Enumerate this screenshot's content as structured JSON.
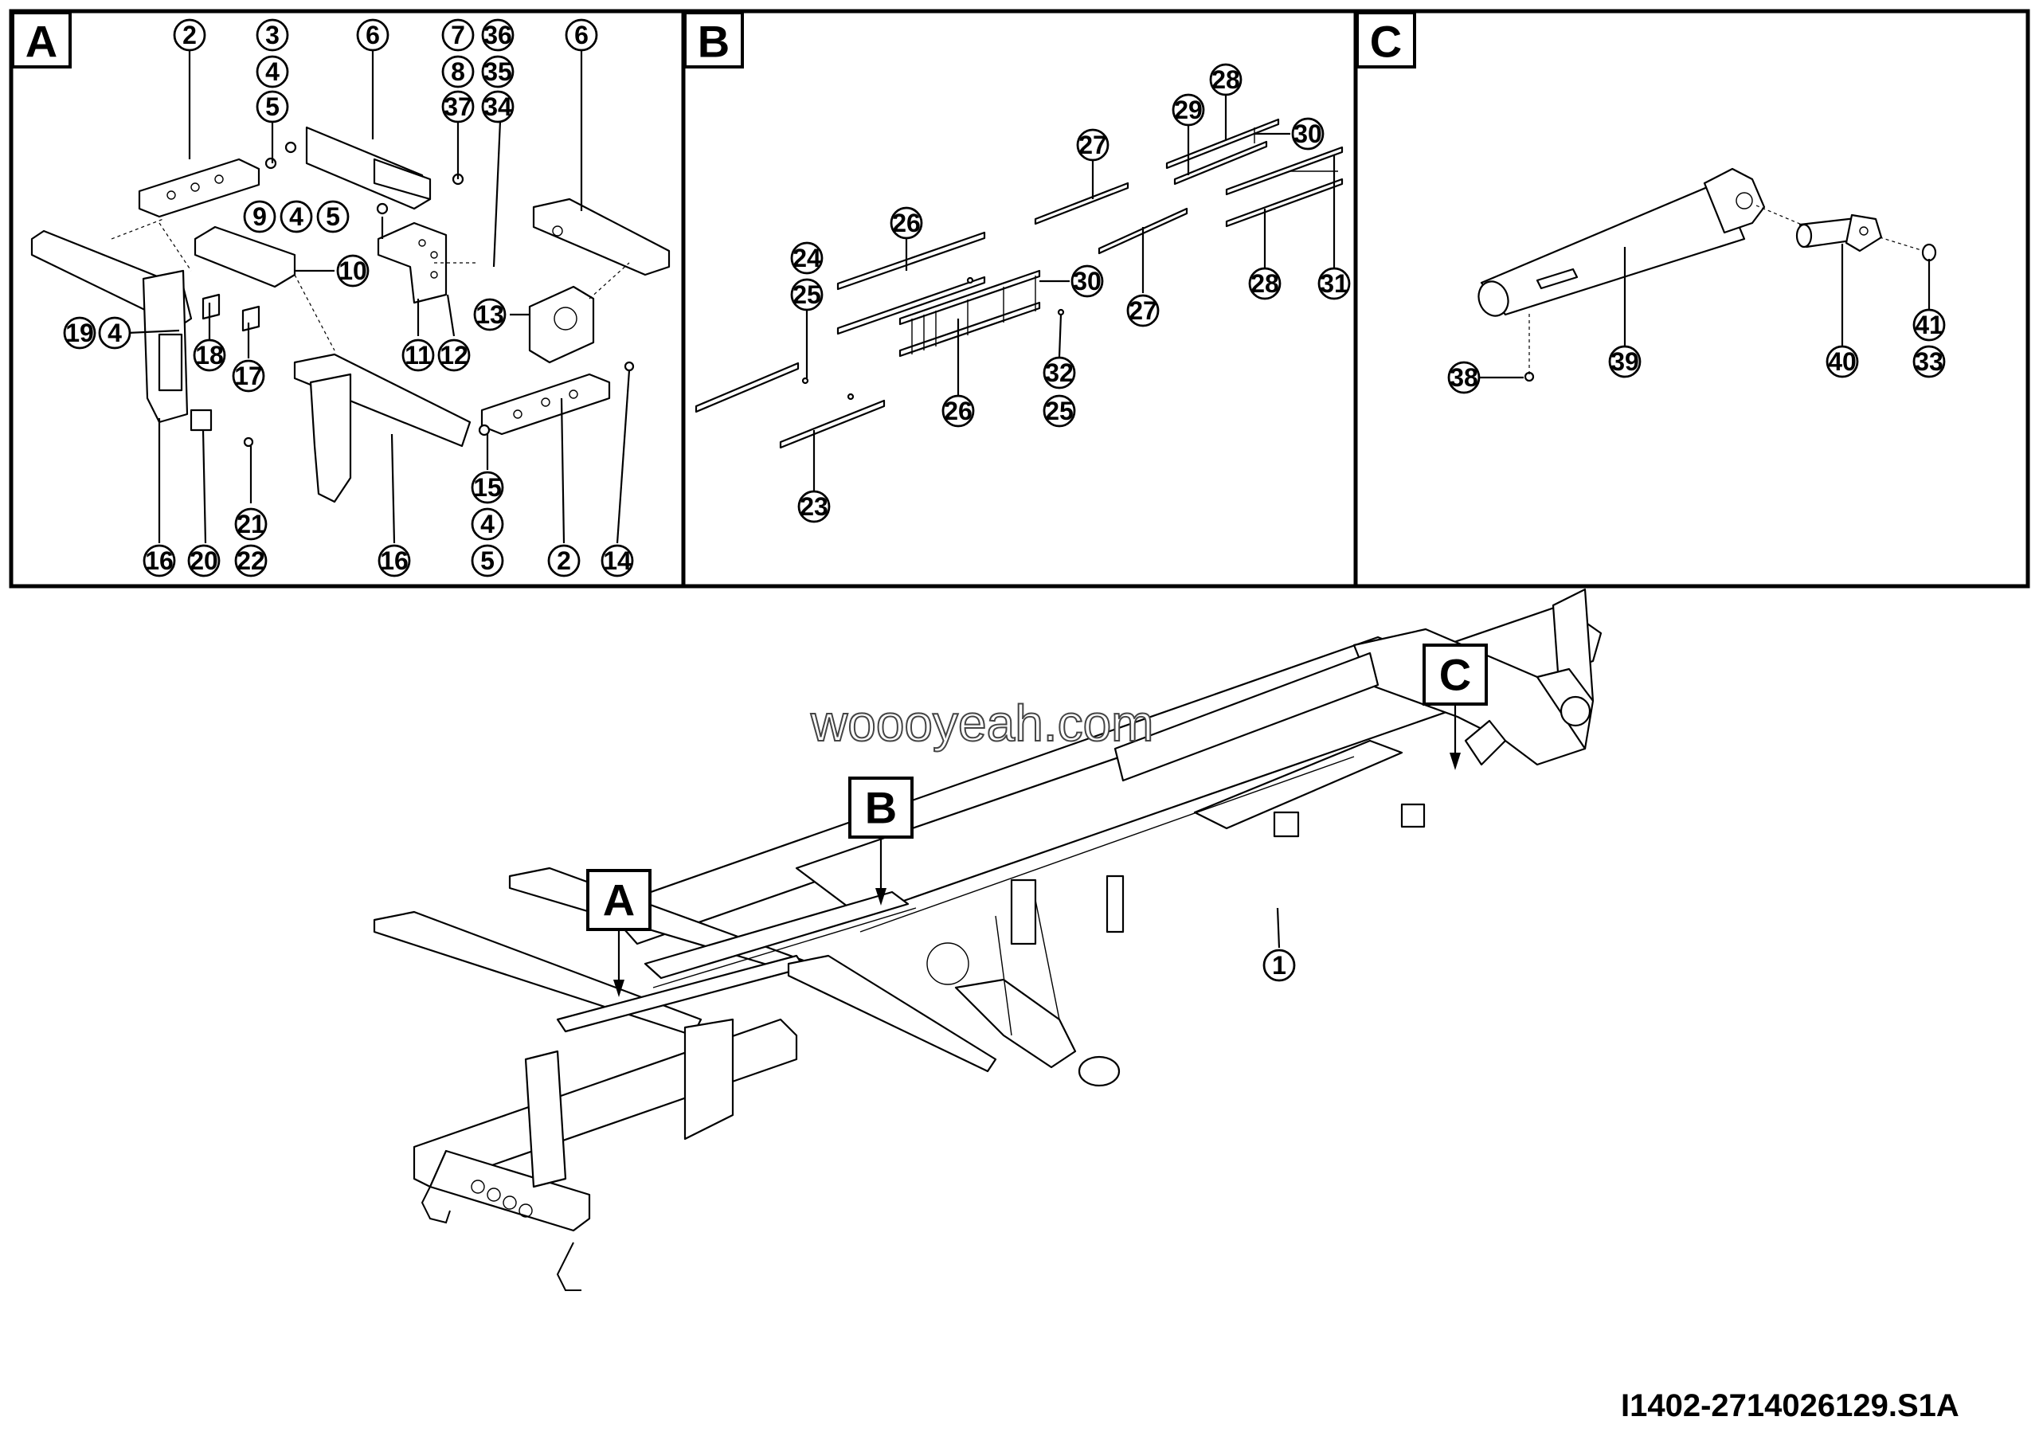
{
  "panels": [
    {
      "letter": "A"
    },
    {
      "letter": "B"
    },
    {
      "letter": "C"
    }
  ],
  "callouts": {
    "A": [
      "2",
      "3",
      "4",
      "5",
      "6",
      "7",
      "36",
      "8",
      "35",
      "37",
      "34",
      "6",
      "9",
      "4",
      "5",
      "10",
      "19",
      "4",
      "18",
      "17",
      "13",
      "11",
      "12",
      "15",
      "4",
      "5",
      "21",
      "22",
      "16",
      "20",
      "16",
      "2",
      "14"
    ],
    "B": [
      "28",
      "29",
      "30",
      "27",
      "26",
      "24",
      "25",
      "30",
      "27",
      "28",
      "31",
      "32",
      "25",
      "26",
      "23"
    ],
    "C": [
      "41",
      "33",
      "38",
      "39",
      "40"
    ],
    "main": [
      "1"
    ]
  },
  "main_tags": [
    "A",
    "B",
    "C"
  ],
  "watermark": "woooyeah.com",
  "reference_code": "I1402-2714026129.S1A"
}
